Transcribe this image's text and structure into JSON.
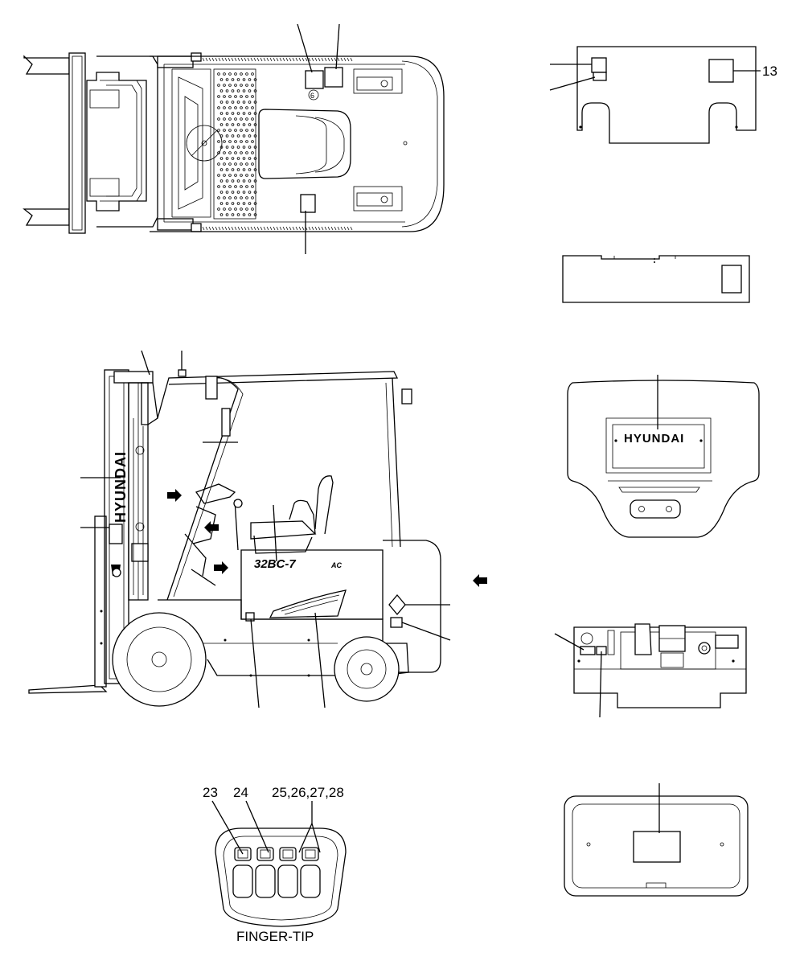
{
  "labels": {
    "item_13": "13",
    "item_23": "23",
    "item_24": "24",
    "item_25_28": "25,26,27,28",
    "fingertip_caption": "FINGER-TIP"
  },
  "decals": {
    "mast_brand": "HYUNDAI",
    "counterweight_brand": "HYUNDAI",
    "model_badge": "32BC-7",
    "model_suffix": "AC",
    "seat_plate_number": "6"
  }
}
